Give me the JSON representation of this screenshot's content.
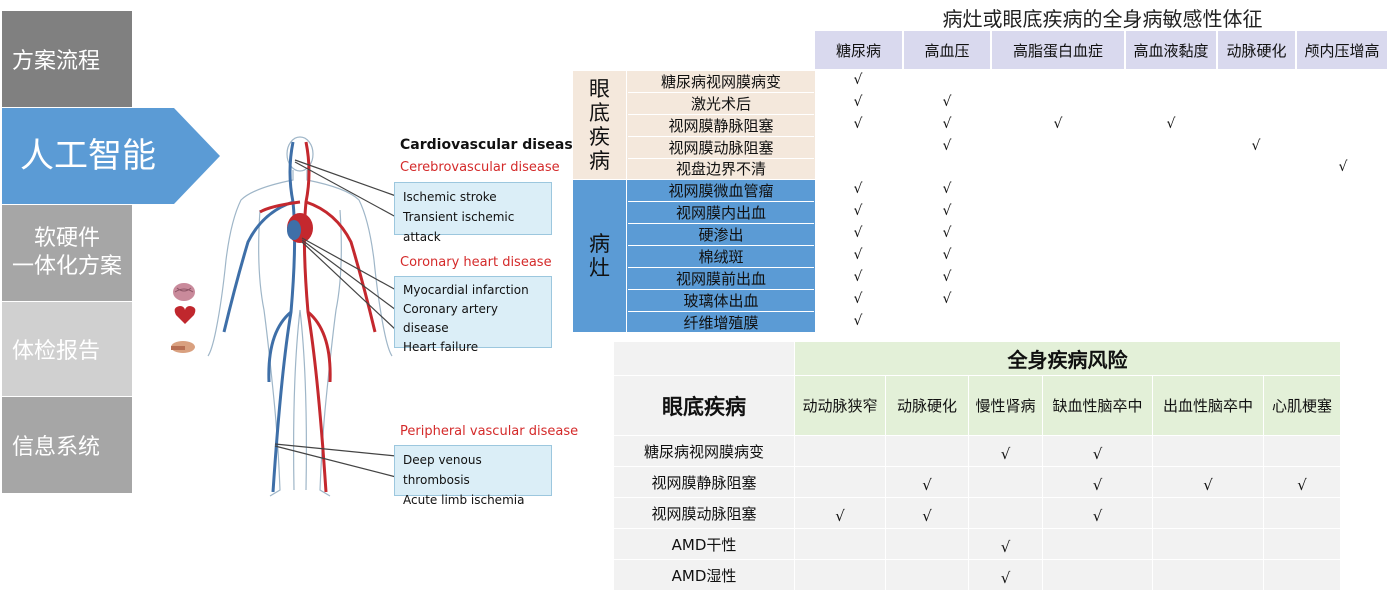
{
  "nav": {
    "items": [
      {
        "label": "方案流程"
      },
      {
        "label": "人工智能"
      },
      {
        "label_lines": [
          "软硬件",
          "一体化方案"
        ]
      },
      {
        "label": "体检报告"
      },
      {
        "label": "信息系统"
      }
    ]
  },
  "anatomy": {
    "heading": "Cardiovascular diseases",
    "categories": [
      {
        "title": "Cerebrovascular disease",
        "items": [
          "Ischemic stroke",
          "Transient ischemic attack"
        ]
      },
      {
        "title": "Coronary heart disease",
        "items": [
          "Myocardial infarction",
          "Coronary artery disease",
          "Heart failure"
        ]
      },
      {
        "title": "Peripheral vascular disease",
        "items": [
          "Deep venous thrombosis",
          "Acute limb ischemia"
        ]
      }
    ]
  },
  "table1": {
    "title": "病灶或眼底疾病的全身病敏感性体征",
    "columns": [
      "糖尿病",
      "高血压",
      "高脂蛋白血症",
      "高血液黏度",
      "动脉硬化",
      "颅内压增高"
    ],
    "check_mark": "√",
    "groups": [
      {
        "label_chars": [
          "眼",
          "底",
          "疾",
          "病"
        ],
        "rows": [
          {
            "label": "糖尿病视网膜病变",
            "checks": [
              true,
              false,
              false,
              false,
              false,
              false
            ]
          },
          {
            "label": "激光术后",
            "checks": [
              true,
              true,
              false,
              false,
              false,
              false
            ]
          },
          {
            "label": "视网膜静脉阻塞",
            "checks": [
              true,
              true,
              true,
              true,
              false,
              false
            ]
          },
          {
            "label": "视网膜动脉阻塞",
            "checks": [
              false,
              true,
              false,
              false,
              true,
              false
            ]
          },
          {
            "label": "视盘边界不清",
            "checks": [
              false,
              false,
              false,
              false,
              false,
              true
            ]
          }
        ]
      },
      {
        "label_chars": [
          "病",
          "灶"
        ],
        "rows": [
          {
            "label": "视网膜微血管瘤",
            "checks": [
              true,
              true,
              false,
              false,
              false,
              false
            ]
          },
          {
            "label": "视网膜内出血",
            "checks": [
              true,
              true,
              false,
              false,
              false,
              false
            ]
          },
          {
            "label": "硬渗出",
            "checks": [
              true,
              true,
              false,
              false,
              false,
              false
            ]
          },
          {
            "label": "棉绒斑",
            "checks": [
              true,
              true,
              false,
              false,
              false,
              false
            ]
          },
          {
            "label": "视网膜前出血",
            "checks": [
              true,
              true,
              false,
              false,
              false,
              false
            ]
          },
          {
            "label": "玻璃体出血",
            "checks": [
              true,
              true,
              false,
              false,
              false,
              false
            ]
          },
          {
            "label": "纤维增殖膜",
            "checks": [
              true,
              false,
              false,
              false,
              false,
              false
            ]
          }
        ]
      }
    ]
  },
  "table2": {
    "top_header": "全身疾病风险",
    "row_header": "眼底疾病",
    "columns": [
      "动动脉狭窄",
      "动脉硬化",
      "慢性肾病",
      "缺血性脑卒中",
      "出血性脑卒中",
      "心肌梗塞"
    ],
    "check_mark": "√",
    "rows": [
      {
        "label": "糖尿病视网膜病变",
        "checks": [
          false,
          false,
          true,
          true,
          false,
          false
        ]
      },
      {
        "label": "视网膜静脉阻塞",
        "checks": [
          false,
          true,
          false,
          true,
          true,
          true
        ]
      },
      {
        "label": "视网膜动脉阻塞",
        "checks": [
          true,
          true,
          false,
          true,
          false,
          false
        ]
      },
      {
        "label": "AMD干性",
        "checks": [
          false,
          false,
          true,
          false,
          false,
          false
        ]
      },
      {
        "label": "AMD湿性",
        "checks": [
          false,
          false,
          true,
          false,
          false,
          false
        ]
      }
    ]
  },
  "colors": {
    "nav_dark": "#808080",
    "nav_mid": "#a6a6a6",
    "nav_light": "#d0d0d0",
    "nav_active": "#5b9bd5",
    "cat_red": "#d42a2a",
    "t1_header": "#d9d9ee",
    "t1_group1": "#f4e8dc",
    "t1_group2": "#5b9bd5",
    "t2_header": "#e3f0d8",
    "t2_body": "#f2f2f2"
  }
}
